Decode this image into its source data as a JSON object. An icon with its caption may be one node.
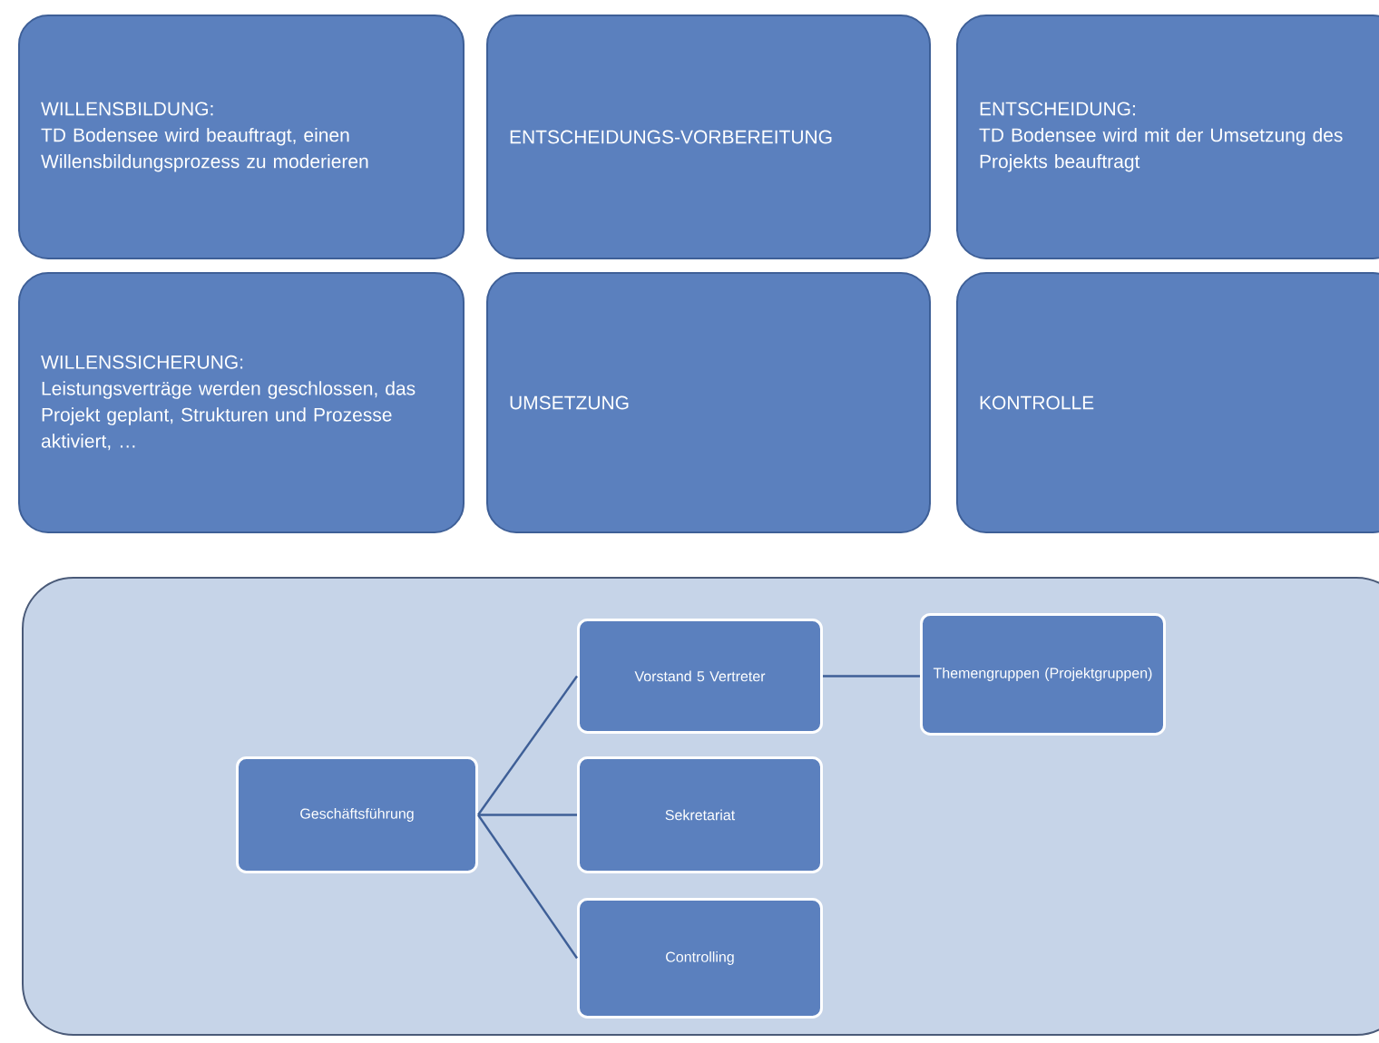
{
  "diagram": {
    "nodes": [
      {
        "text": [
          "WILLENSBILDUNG:",
          "TD Bodensee wird beauftragt, einen Willensbildungsprozess zu moderieren"
        ]
      },
      {
        "text": [
          "ENTSCHEIDUNGS-VORBEREITUNG"
        ]
      },
      {
        "text": [
          "ENTSCHEIDUNG:",
          "TD Bodensee wird mit der Umsetzung des Projekts beauftragt"
        ]
      },
      {
        "text": [
          "WILLENSSICHERUNG:",
          "Leistungsverträge werden geschlossen, das Projekt geplant, Strukturen und Prozesse aktiviert, …"
        ]
      },
      {
        "text": [
          "UMSETZUNG"
        ]
      },
      {
        "text": [
          "KONTROLLE"
        ]
      },
      {
        "text": [],
        "shape": "box"
      },
      {
        "text": [
          "Geschäftsführung"
        ],
        "in": 6
      },
      {
        "text": [
          "Vorstand 5 Vertreter"
        ],
        "in": 6
      },
      {
        "text": [
          "Sekretariat"
        ],
        "in": 6
      },
      {
        "text": [
          "Controlling"
        ],
        "in": 6
      },
      {
        "text": [
          "Themengruppen (Projektgruppen)"
        ],
        "in": 6
      }
    ],
    "edges": [
      {
        "from": 7,
        "to": 8,
        "arrow": "none"
      },
      {
        "from": 7,
        "to": 9,
        "arrow": "none"
      },
      {
        "from": 7,
        "to": 10,
        "arrow": "none"
      },
      {
        "from": 8,
        "to": 11,
        "arrow": "none"
      }
    ]
  }
}
